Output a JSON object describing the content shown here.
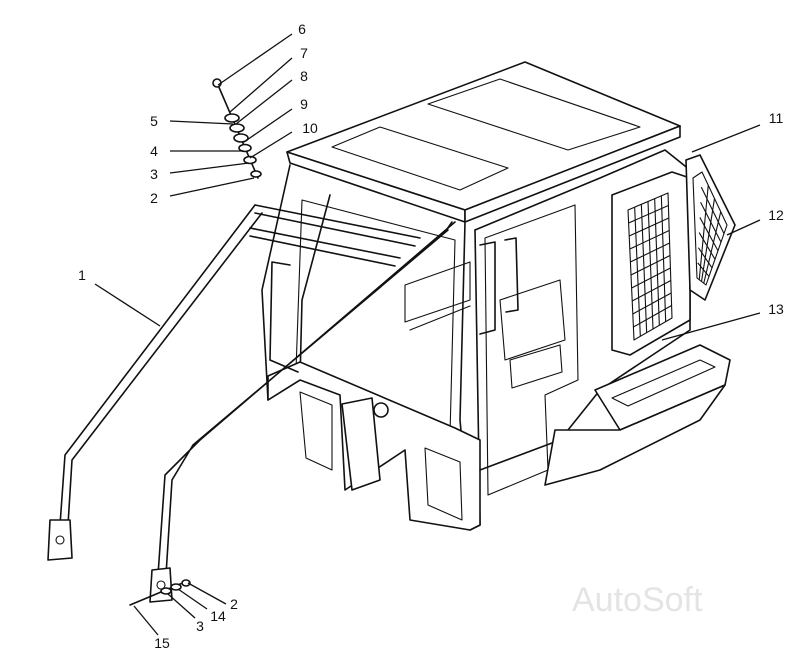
{
  "callouts": [
    {
      "id": "c6",
      "text": "6"
    },
    {
      "id": "c7",
      "text": "7"
    },
    {
      "id": "c8",
      "text": "8"
    },
    {
      "id": "c5",
      "text": "5"
    },
    {
      "id": "c9",
      "text": "9"
    },
    {
      "id": "c10",
      "text": "10"
    },
    {
      "id": "c4",
      "text": "4"
    },
    {
      "id": "c3a",
      "text": "3"
    },
    {
      "id": "c2a",
      "text": "2"
    },
    {
      "id": "c1",
      "text": "1"
    },
    {
      "id": "c11",
      "text": "11"
    },
    {
      "id": "c12",
      "text": "12"
    },
    {
      "id": "c13",
      "text": "13"
    },
    {
      "id": "c2b",
      "text": "2"
    },
    {
      "id": "c14",
      "text": "14"
    },
    {
      "id": "c3b",
      "text": "3"
    },
    {
      "id": "c15",
      "text": "15"
    }
  ],
  "watermark": "AutoSoft",
  "colors": {
    "line": "#111111",
    "background": "#ffffff",
    "watermark": "#e4e4e4"
  }
}
